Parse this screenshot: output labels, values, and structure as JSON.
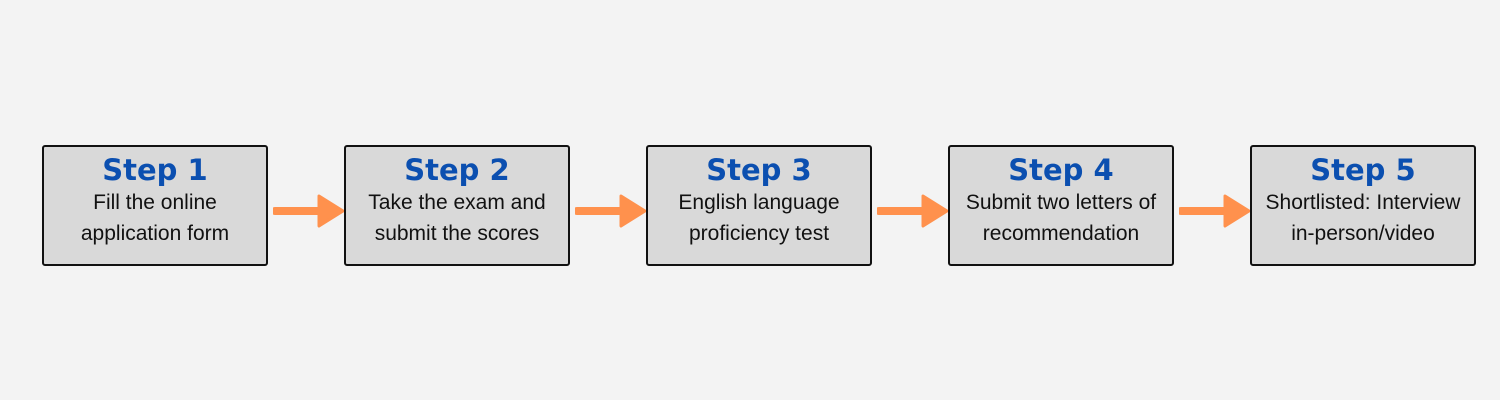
{
  "steps": [
    {
      "title": "Step 1",
      "line1": "Fill the online",
      "line2": "application form"
    },
    {
      "title": "Step 2",
      "line1": "Take the exam and",
      "line2": "submit the scores"
    },
    {
      "title": "Step 3",
      "line1": "English language",
      "line2": "proficiency test"
    },
    {
      "title": "Step 4",
      "line1": "Submit two letters of",
      "line2": "recommendation"
    },
    {
      "title": "Step 5",
      "line1": "Shortlisted: Interview",
      "line2": "in-person/video"
    }
  ],
  "colors": {
    "background": "#f3f3f3",
    "box_fill": "#d9d9d9",
    "box_border": "#111111",
    "title": "#0b4fb0",
    "arrow": "#ff914d"
  }
}
